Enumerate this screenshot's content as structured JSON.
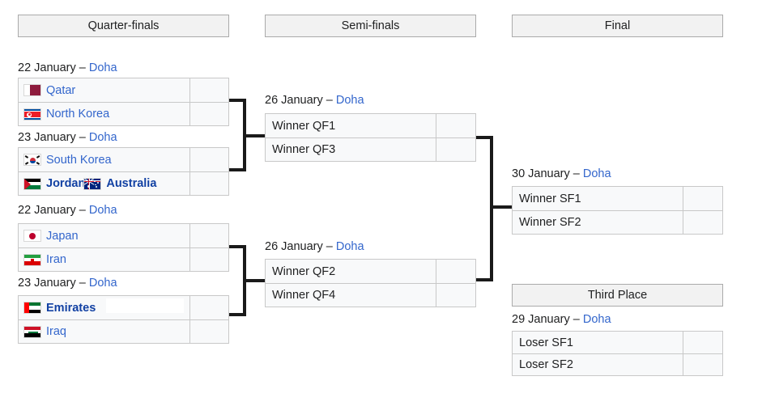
{
  "page": {
    "title": "Knockout stage bracket",
    "venue_label": "Doha",
    "dash": "–"
  },
  "colors": {
    "link": "#3366cc",
    "header_bg": "#f2f2f2",
    "header_border": "#aaaaaa",
    "cell_bg": "#f8f9fa",
    "cell_border": "#c8c8c8",
    "connector": "#1a1a1a",
    "winner_text": "#1241a3"
  },
  "rounds": [
    {
      "key": "quarter_finals",
      "label": "Quarter-finals"
    },
    {
      "key": "semi_finals",
      "label": "Semi-finals"
    },
    {
      "key": "final",
      "label": "Final"
    },
    {
      "key": "third_place",
      "label": "Third Place"
    }
  ],
  "matches": {
    "qf1": {
      "date": "22 January",
      "venue": "Doha",
      "teams": [
        {
          "name": "Qatar",
          "flag": "qatar",
          "score": "",
          "winner": false
        },
        {
          "name": "North Korea",
          "flag": "nkorea",
          "score": "",
          "winner": false
        }
      ]
    },
    "qf2": {
      "date": "23 January",
      "venue": "Doha",
      "teams": [
        {
          "name": "South Korea",
          "flag": "skorea",
          "score": "",
          "winner": false
        },
        {
          "name": "Jordan",
          "flag": "jordan",
          "score": "",
          "winner": true
        },
        {
          "name": "Australia",
          "flag": "aus",
          "score": "",
          "winner": true
        }
      ]
    },
    "qf3": {
      "date": "22 January",
      "venue": "Doha",
      "teams": [
        {
          "name": "Japan",
          "flag": "japan",
          "score": "",
          "winner": false
        },
        {
          "name": "Iran",
          "flag": "iran",
          "score": "",
          "winner": false
        }
      ]
    },
    "qf4": {
      "date": "23 January",
      "venue": "Doha",
      "teams": [
        {
          "name": "Emirates",
          "flag": "uae",
          "score": "",
          "winner": true
        },
        {
          "name": "Iraq",
          "flag": "iraq",
          "score": "",
          "winner": false
        }
      ]
    },
    "sf1": {
      "date": "26 January",
      "venue": "Doha",
      "teams": [
        {
          "name": "Winner QF1",
          "score": ""
        },
        {
          "name": "Winner QF3",
          "score": ""
        }
      ]
    },
    "sf2": {
      "date": "26 January",
      "venue": "Doha",
      "teams": [
        {
          "name": "Winner QF2",
          "score": ""
        },
        {
          "name": "Winner QF4",
          "score": ""
        }
      ]
    },
    "final": {
      "date": "30 January",
      "venue": "Doha",
      "teams": [
        {
          "name": "Winner SF1",
          "score": ""
        },
        {
          "name": "Winner SF2",
          "score": ""
        }
      ]
    },
    "third_place": {
      "date": "29 January",
      "venue": "Doha",
      "teams": [
        {
          "name": "Loser SF1",
          "score": ""
        },
        {
          "name": "Loser SF2",
          "score": ""
        }
      ]
    }
  }
}
